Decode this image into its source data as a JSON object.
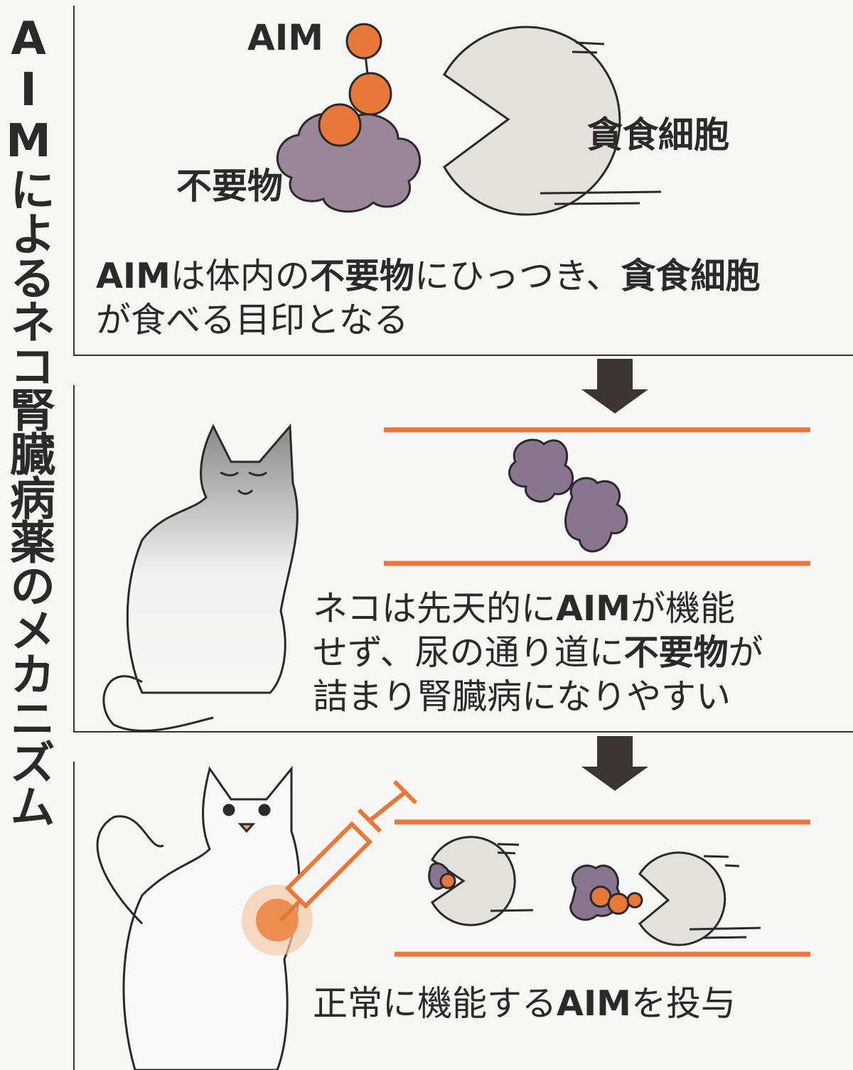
{
  "title": "AIMによるネコ腎臓病薬のメカニズム",
  "panel1": {
    "label_aim": "AIM",
    "label_phagocyte": "貪食細胞",
    "label_waste": "不要物",
    "caption": {
      "l1_a": "AIM",
      "l1_b": "は体内の",
      "l1_c": "不要物",
      "l1_d": "にひっつき、",
      "l1_e": "貪食細胞",
      "l2": "が食べる目印となる"
    }
  },
  "panel2": {
    "caption": {
      "l1_a": "ネコは先天的に",
      "l1_b": "AIM",
      "l1_c": "が機能",
      "l2_a": "せず、尿の通り道に",
      "l2_b": "不要物",
      "l2_c": "が",
      "l3": "詰まり腎臓病になりやすい"
    }
  },
  "panel3": {
    "caption": {
      "a": "正常に機能する",
      "b": "AIM",
      "c": "を投与"
    }
  },
  "colors": {
    "orange": "#e8773a",
    "purple": "#9b8598",
    "cell": "#e4e1dc",
    "ink": "#2a2a2a"
  }
}
